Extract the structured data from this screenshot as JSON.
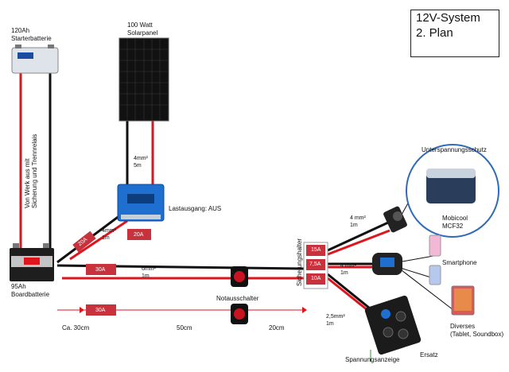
{
  "title": {
    "line1": "12V-System",
    "line2": "2. Plan"
  },
  "components": {
    "starter_battery": "120Ah\nStarterbatterie",
    "solar_panel": "100 Watt\nSolarpanel",
    "board_battery": "95Ah\nBoardbatterie",
    "load_output": "Lastausgang: AUS",
    "emergency_switch": "Notausschalter",
    "fuse_holder": "Sicherungshalter",
    "undervoltage": "Unterspannungsschutz",
    "fridge": "Mobicool\nMCF32",
    "smartphone": "Smartphone",
    "misc": "Diverses\n(Tablet, Soundbox)",
    "spare": "Ersatz",
    "voltage_display": "Spannungsanzeige"
  },
  "wire_labels": {
    "factory": "Von Werk aus mit\nSicherung und Trennrelais",
    "solar_cable": "4mm²\n5m",
    "controller_cable": "4mm²\n1m",
    "main_cable": "6mm²\n1m",
    "fridge_cable": "4 mm²\n1m",
    "usb_cable": "4 mm²\n1m",
    "panel_cable": "2,5mm²\n1m"
  },
  "fuses": {
    "controller_inline": "20A",
    "controller_box": "20A",
    "main": "30A",
    "legend": "30A",
    "f15": "15A",
    "f75": "7,5A",
    "f10": "10A"
  },
  "lengths": {
    "a": "Ca. 30cm",
    "b": "50cm",
    "c": "20cm"
  },
  "colors": {
    "positive": "#e0141c",
    "negative": "#111111",
    "fuse": "#c8323c",
    "accent_circle": "#2f6bb8"
  }
}
